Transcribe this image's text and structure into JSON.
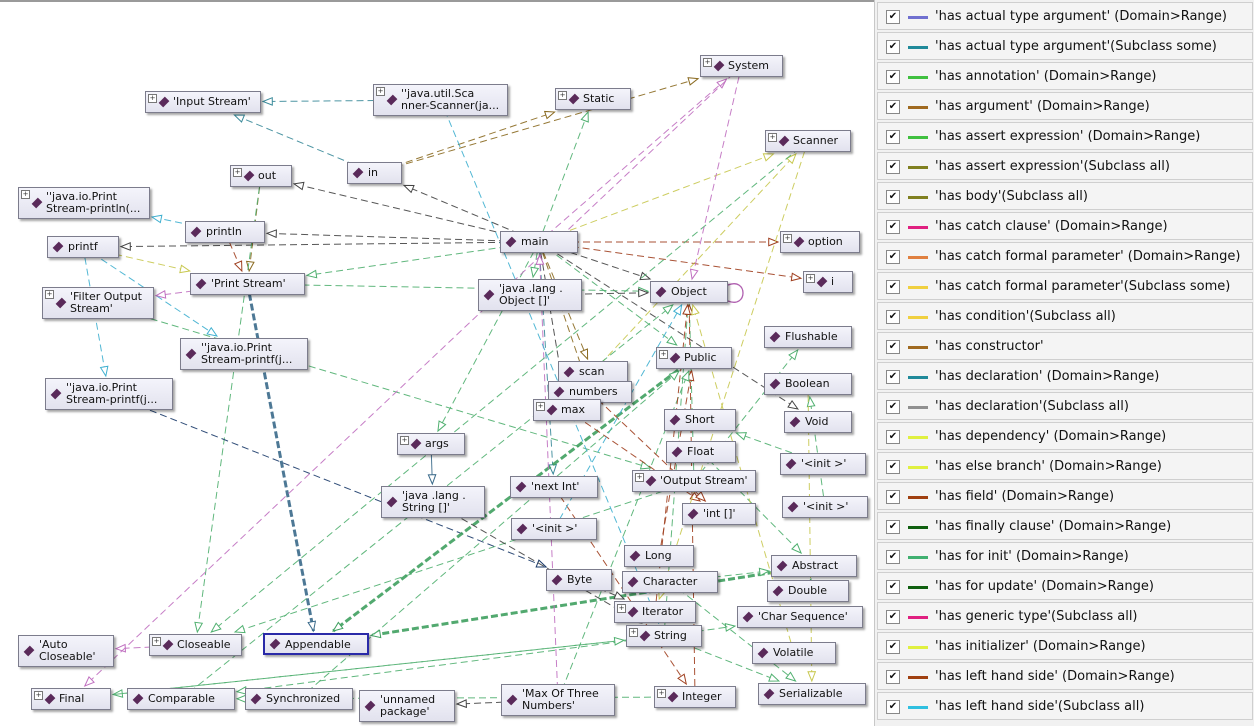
{
  "nodes": [
    {
      "id": "input_stream",
      "label": "'Input Stream'",
      "expand": true
    },
    {
      "id": "scanner_ctor",
      "label": "''java.util.Sca\nnner-Scanner(ja...",
      "expand": true
    },
    {
      "id": "static",
      "label": "Static",
      "expand": true
    },
    {
      "id": "system",
      "label": "System",
      "expand": true
    },
    {
      "id": "scanner",
      "label": "Scanner",
      "expand": true
    },
    {
      "id": "out",
      "label": "out",
      "expand": true
    },
    {
      "id": "in",
      "label": "in",
      "expand": false
    },
    {
      "id": "println_ctor",
      "label": "''java.io.Print\nStream-println(...",
      "expand": true
    },
    {
      "id": "println",
      "label": "println",
      "expand": false
    },
    {
      "id": "printf",
      "label": "printf",
      "expand": false
    },
    {
      "id": "main",
      "label": "main",
      "expand": false
    },
    {
      "id": "option",
      "label": "option",
      "expand": true
    },
    {
      "id": "i",
      "label": "i",
      "expand": true
    },
    {
      "id": "print_stream",
      "label": "'Print Stream'",
      "expand": false
    },
    {
      "id": "filter_output_stream",
      "label": "'Filter Output\nStream'",
      "expand": true
    },
    {
      "id": "object_array",
      "label": "'java .lang .\nObject []'",
      "expand": false
    },
    {
      "id": "object",
      "label": "Object",
      "expand": false
    },
    {
      "id": "flushable",
      "label": "Flushable",
      "expand": false
    },
    {
      "id": "printf_ctor1",
      "label": "''java.io.Print\nStream-printf(j...",
      "expand": false
    },
    {
      "id": "public",
      "label": "Public",
      "expand": true
    },
    {
      "id": "scan",
      "label": "scan",
      "expand": false
    },
    {
      "id": "numbers",
      "label": "numbers",
      "expand": false
    },
    {
      "id": "boolean",
      "label": "Boolean",
      "expand": false
    },
    {
      "id": "printf_ctor2",
      "label": "''java.io.Print\nStream-printf(j...",
      "expand": false
    },
    {
      "id": "max",
      "label": "max",
      "expand": true
    },
    {
      "id": "short",
      "label": "Short",
      "expand": false
    },
    {
      "id": "void",
      "label": "Void",
      "expand": false
    },
    {
      "id": "args",
      "label": "args",
      "expand": true
    },
    {
      "id": "float",
      "label": "Float",
      "expand": false
    },
    {
      "id": "init1",
      "label": "'<init >'",
      "expand": false
    },
    {
      "id": "string_array",
      "label": "'java .lang .\nString []'",
      "expand": false
    },
    {
      "id": "next_int",
      "label": "'next Int'",
      "expand": false
    },
    {
      "id": "output_stream",
      "label": "'Output Stream'",
      "expand": true
    },
    {
      "id": "init2",
      "label": "'<init >'",
      "expand": false
    },
    {
      "id": "int_array",
      "label": "'int []'",
      "expand": false
    },
    {
      "id": "init3",
      "label": "'<init >'",
      "expand": false
    },
    {
      "id": "long",
      "label": "Long",
      "expand": false
    },
    {
      "id": "abstract",
      "label": "Abstract",
      "expand": false
    },
    {
      "id": "byte",
      "label": "Byte",
      "expand": false
    },
    {
      "id": "character",
      "label": "Character",
      "expand": false
    },
    {
      "id": "double",
      "label": "Double",
      "expand": false
    },
    {
      "id": "iterator",
      "label": "Iterator",
      "expand": true
    },
    {
      "id": "char_sequence",
      "label": "'Char Sequence'",
      "expand": false
    },
    {
      "id": "auto_closeable",
      "label": "'Auto\nCloseable'",
      "expand": false
    },
    {
      "id": "closeable",
      "label": "Closeable",
      "expand": true
    },
    {
      "id": "appendable",
      "label": "Appendable",
      "expand": false
    },
    {
      "id": "string",
      "label": "String",
      "expand": true
    },
    {
      "id": "volatile",
      "label": "Volatile",
      "expand": false
    },
    {
      "id": "final",
      "label": "Final",
      "expand": true
    },
    {
      "id": "comparable",
      "label": "Comparable",
      "expand": false
    },
    {
      "id": "synchronized",
      "label": "Synchronized",
      "expand": false
    },
    {
      "id": "unnamed_package",
      "label": "'unnamed\npackage'",
      "expand": false
    },
    {
      "id": "max_of_three",
      "label": "'Max Of Three\nNumbers'",
      "expand": false
    },
    {
      "id": "integer",
      "label": "Integer",
      "expand": true
    },
    {
      "id": "serializable",
      "label": "Serializable",
      "expand": false
    }
  ],
  "edges": [
    {
      "from": "scanner_ctor",
      "to": "input_stream",
      "color": "#3a8a9a",
      "dash": true
    },
    {
      "from": "in",
      "to": "input_stream",
      "color": "#3a8a9a",
      "dash": true
    },
    {
      "from": "in",
      "to": "static",
      "color": "#8a6a20",
      "dash": true
    },
    {
      "from": "in",
      "to": "system",
      "color": "#8a6a20",
      "dash": true
    },
    {
      "from": "main",
      "to": "in",
      "color": "#444444",
      "dash": true
    },
    {
      "from": "main",
      "to": "out",
      "color": "#444444",
      "dash": true
    },
    {
      "from": "main",
      "to": "println",
      "color": "#444444",
      "dash": true
    },
    {
      "from": "main",
      "to": "printf",
      "color": "#444444",
      "dash": true
    },
    {
      "from": "main",
      "to": "scanner",
      "color": "#c8c850",
      "dash": true
    },
    {
      "from": "main",
      "to": "system",
      "color": "#c070c0",
      "dash": true
    },
    {
      "from": "main",
      "to": "static",
      "color": "#50b070",
      "dash": true
    },
    {
      "from": "main",
      "to": "option",
      "color": "#a04020",
      "dash": true
    },
    {
      "from": "main",
      "to": "i",
      "color": "#a04020",
      "dash": true
    },
    {
      "from": "main",
      "to": "object",
      "color": "#444444",
      "dash": true
    },
    {
      "from": "main",
      "to": "scan",
      "color": "#8a6a20",
      "dash": true
    },
    {
      "from": "main",
      "to": "numbers",
      "color": "#8a6a20",
      "dash": true
    },
    {
      "from": "main",
      "to": "max",
      "color": "#444444",
      "dash": true
    },
    {
      "from": "main",
      "to": "public",
      "color": "#50b070",
      "dash": true
    },
    {
      "from": "main",
      "to": "args",
      "color": "#50b070",
      "dash": true
    },
    {
      "from": "main",
      "to": "next_int",
      "color": "#3a8a9a",
      "dash": true
    },
    {
      "from": "main",
      "to": "void",
      "color": "#444444",
      "dash": true
    },
    {
      "from": "main",
      "to": "print_stream",
      "color": "#50b070",
      "dash": true
    },
    {
      "from": "main",
      "to": "object_array",
      "color": "#50b070",
      "dash": true
    },
    {
      "from": "out",
      "to": "print_stream",
      "color": "#8a6a20",
      "dash": true
    },
    {
      "from": "out",
      "to": "closeable",
      "color": "#50b070",
      "dash": true
    },
    {
      "from": "println",
      "to": "println_ctor",
      "color": "#40b0d0",
      "dash": true
    },
    {
      "from": "println",
      "to": "print_stream",
      "color": "#a04020",
      "dash": true
    },
    {
      "from": "printf",
      "to": "print_stream",
      "color": "#c8c850",
      "dash": true
    },
    {
      "from": "printf",
      "to": "printf_ctor1",
      "color": "#40b0d0",
      "dash": true
    },
    {
      "from": "printf",
      "to": "printf_ctor2",
      "color": "#40b0d0",
      "dash": true
    },
    {
      "from": "print_stream",
      "to": "filter_output_stream",
      "color": "#c070c0",
      "dash": true
    },
    {
      "from": "print_stream",
      "to": "appendable",
      "color": "#3a6a8a",
      "dash": true,
      "thick": true
    },
    {
      "from": "print_stream",
      "to": "object",
      "color": "#50b070",
      "dash": true
    },
    {
      "from": "filter_output_stream",
      "to": "output_stream",
      "color": "#50b070",
      "dash": true
    },
    {
      "from": "output_stream",
      "to": "closeable",
      "color": "#50b070",
      "dash": true
    },
    {
      "from": "output_stream",
      "to": "flushable",
      "color": "#50b070",
      "dash": true
    },
    {
      "from": "output_stream",
      "to": "object",
      "color": "#50b070",
      "dash": true
    },
    {
      "from": "closeable",
      "to": "auto_closeable",
      "color": "#c070c0",
      "dash": true
    },
    {
      "from": "printf_ctor2",
      "to": "byte",
      "color": "#1a3a6a",
      "dash": true
    },
    {
      "from": "args",
      "to": "string_array",
      "color": "#3a6a8a",
      "dash": false
    },
    {
      "from": "object_array",
      "to": "object",
      "color": "#444444",
      "dash": true
    },
    {
      "from": "object",
      "to": "object",
      "color": "#b060b0",
      "dash": false,
      "loop": true
    },
    {
      "from": "string",
      "to": "char_sequence",
      "color": "#50b070",
      "dash": true
    },
    {
      "from": "string",
      "to": "comparable",
      "color": "#50b070",
      "dash": true
    },
    {
      "from": "string",
      "to": "serializable",
      "color": "#50b070",
      "dash": true
    },
    {
      "from": "string",
      "to": "object",
      "color": "#50b070",
      "dash": true
    },
    {
      "from": "string",
      "to": "final",
      "color": "#50b070",
      "dash": true
    },
    {
      "from": "integer",
      "to": "object",
      "color": "#a04020",
      "dash": true
    },
    {
      "from": "integer",
      "to": "comparable",
      "color": "#50b070",
      "dash": true
    },
    {
      "from": "long",
      "to": "public",
      "color": "#a04020",
      "dash": true
    },
    {
      "from": "character",
      "to": "serializable",
      "color": "#50b070",
      "dash": true
    },
    {
      "from": "double",
      "to": "abstract",
      "color": "#50b070",
      "dash": true
    },
    {
      "from": "abstract",
      "to": "appendable",
      "color": "#40a060",
      "dash": true,
      "thick": true
    },
    {
      "from": "public",
      "to": "appendable",
      "color": "#40a060",
      "dash": true,
      "thick": true
    },
    {
      "from": "max_of_three",
      "to": "public",
      "color": "#50b070",
      "dash": true
    },
    {
      "from": "max_of_three",
      "to": "unnamed_package",
      "color": "#444444",
      "dash": true
    },
    {
      "from": "max_of_three",
      "to": "main",
      "color": "#c070c0",
      "dash": true
    },
    {
      "from": "max",
      "to": "int_array",
      "color": "#a04020",
      "dash": true
    },
    {
      "from": "numbers",
      "to": "int_array",
      "color": "#a04020",
      "dash": true
    },
    {
      "from": "scan",
      "to": "scanner",
      "color": "#c8c850",
      "dash": true
    },
    {
      "from": "scanner",
      "to": "iterator",
      "color": "#c8c850",
      "dash": true
    },
    {
      "from": "scanner",
      "to": "closeable",
      "color": "#50b070",
      "dash": true
    },
    {
      "from": "system",
      "to": "final",
      "color": "#c070c0",
      "dash": true
    },
    {
      "from": "system",
      "to": "object",
      "color": "#c070c0",
      "dash": true
    },
    {
      "from": "next_int",
      "to": "integer",
      "color": "#a04020",
      "dash": true
    },
    {
      "from": "init2",
      "to": "object",
      "color": "#40b0d0",
      "dash": true
    },
    {
      "from": "init1",
      "to": "short",
      "color": "#50b070",
      "dash": true
    },
    {
      "from": "init3",
      "to": "boolean",
      "color": "#50b070",
      "dash": true
    },
    {
      "from": "float",
      "to": "abstract",
      "color": "#50b070",
      "dash": true
    },
    {
      "from": "volatile",
      "to": "object",
      "color": "#c8c850",
      "dash": true
    },
    {
      "from": "synchronized",
      "to": "public",
      "color": "#50b070",
      "dash": true
    },
    {
      "from": "comparable",
      "to": "object",
      "color": "#50b070",
      "dash": true
    },
    {
      "from": "final",
      "to": "string",
      "color": "#50b070",
      "dash": true
    },
    {
      "from": "scanner_ctor",
      "to": "string",
      "color": "#40b0d0",
      "dash": true
    },
    {
      "from": "string_array",
      "to": "string",
      "color": "#444444",
      "dash": true
    },
    {
      "from": "byte",
      "to": "iterator",
      "color": "#444444",
      "dash": true
    },
    {
      "from": "character",
      "to": "abstract",
      "color": "#50b070",
      "dash": true
    },
    {
      "from": "iterator",
      "to": "object",
      "color": "#a04020",
      "dash": true
    },
    {
      "from": "boolean",
      "to": "serializable",
      "color": "#c8c850",
      "dash": true
    }
  ],
  "legend": [
    {
      "label": "'has actual type argument' (Domain>Range)",
      "color": "#7070d0",
      "checked": "✔"
    },
    {
      "label": "'has actual type argument'(Subclass some)",
      "color": "#208a9a",
      "checked": "✔"
    },
    {
      "label": "'has annotation' (Domain>Range)",
      "color": "#40c040",
      "checked": "✔"
    },
    {
      "label": "'has argument' (Domain>Range)",
      "color": "#a06a20",
      "checked": "✔"
    },
    {
      "label": "'has assert expression' (Domain>Range)",
      "color": "#40c040",
      "checked": "✔"
    },
    {
      "label": "'has assert expression'(Subclass all)",
      "color": "#808020",
      "checked": "✔"
    },
    {
      "label": "'has body'(Subclass all)",
      "color": "#808020",
      "checked": "✔"
    },
    {
      "label": "'has catch clause' (Domain>Range)",
      "color": "#e02080",
      "checked": "✔"
    },
    {
      "label": "'has catch formal parameter' (Domain>Range)",
      "color": "#e08040",
      "checked": "✔"
    },
    {
      "label": "'has catch formal parameter'(Subclass some)",
      "color": "#f0d040",
      "checked": "✔"
    },
    {
      "label": "'has condition'(Subclass all)",
      "color": "#f0d040",
      "checked": "✔"
    },
    {
      "label": "'has constructor'",
      "color": "#a06a20",
      "checked": "✔"
    },
    {
      "label": "'has declaration' (Domain>Range)",
      "color": "#208a9a",
      "checked": "✔"
    },
    {
      "label": "'has declaration'(Subclass all)",
      "color": "#909090",
      "checked": "✔"
    },
    {
      "label": "'has dependency' (Domain>Range)",
      "color": "#e0f040",
      "checked": "✔"
    },
    {
      "label": "'has else branch' (Domain>Range)",
      "color": "#e0f040",
      "checked": "✔"
    },
    {
      "label": "'has field' (Domain>Range)",
      "color": "#a04010",
      "checked": "✔"
    },
    {
      "label": "'has finally clause' (Domain>Range)",
      "color": "#106010",
      "checked": "✔"
    },
    {
      "label": "'has for init' (Domain>Range)",
      "color": "#40b070",
      "checked": "✔"
    },
    {
      "label": "'has for update' (Domain>Range)",
      "color": "#106010",
      "checked": "✔"
    },
    {
      "label": "'has generic type'(Subclass all)",
      "color": "#e02080",
      "checked": "✔"
    },
    {
      "label": "'has initializer' (Domain>Range)",
      "color": "#e0f040",
      "checked": "✔"
    },
    {
      "label": "'has left hand side' (Domain>Range)",
      "color": "#a04010",
      "checked": "✔"
    },
    {
      "label": "'has left hand side'(Subclass all)",
      "color": "#30c0e0",
      "checked": "✔"
    }
  ]
}
